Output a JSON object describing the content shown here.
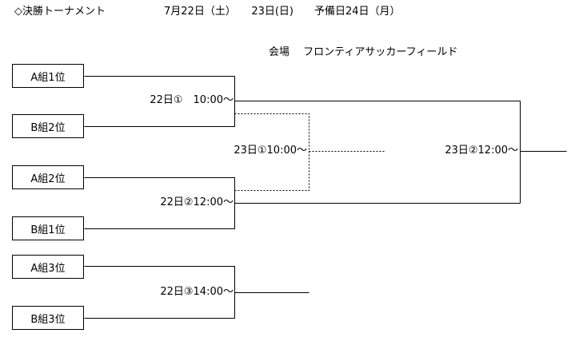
{
  "header": {
    "title": "◇決勝トーナメント",
    "dates": "7月22日（土）　　23日(日)　　予備日24日（月）",
    "venue": "会場　 フロンティアサッカーフィールド"
  },
  "teams": {
    "a1": "A組1位",
    "b2": "B組2位",
    "a2": "A組2位",
    "b1": "B組1位",
    "a3": "A組3位",
    "b3": "B組3位"
  },
  "matches": {
    "m1": "22日①　10:00～",
    "m2": "22日②12:00～",
    "m3": "22日③14:00～",
    "semi": "23日①10:00～",
    "final": "23日②12:00～"
  }
}
